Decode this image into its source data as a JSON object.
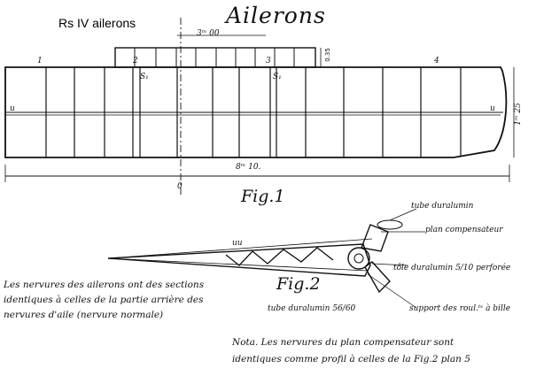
{
  "caption": "Rs IV ailerons",
  "title": "Ailerons",
  "fig1": {
    "label": "Fig.1",
    "length": "8ᵐ 10.",
    "height": "1ᵐ 25",
    "top_span": "3ᵐ 00",
    "top_thickness": "0.35",
    "rib_numbers": [
      "1",
      "2",
      "3",
      "4"
    ],
    "section_marks": [
      "S₁",
      "S₁"
    ],
    "side_marks": [
      "u",
      "u"
    ],
    "axis_mark": "0"
  },
  "fig2": {
    "label": "Fig.2",
    "annotations": {
      "tube_top": "tube duralumin",
      "plan_compensateur": "plan compensateur",
      "tole": "tôle duralumin 5/10 perforée",
      "tube_bottom": "tube duralumin 56/60",
      "support": "support des roul.ᵗˢ à bille",
      "uu": "uu"
    }
  },
  "notes": {
    "left": [
      "Les nervures des ailerons ont des sections",
      "identiques à celles de la partie arrière des",
      "nervures d'aile (nervure normale)"
    ],
    "bottom": [
      "Nota. Les nervures du plan compensateur sont",
      "identiques comme profil à celles de la Fig.2 plan 5"
    ]
  }
}
